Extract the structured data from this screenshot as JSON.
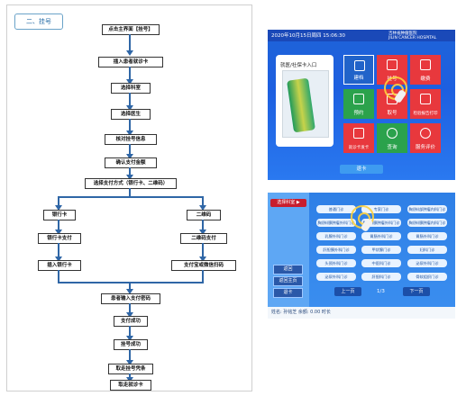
{
  "section": {
    "label": "二、挂号"
  },
  "flow": {
    "steps": [
      "点击主界面【挂号】",
      "插入患者就诊卡",
      "选择科室",
      "选择医生",
      "核对挂号信息",
      "确认支付金额",
      "选择支付方式（银行卡、二维码）"
    ],
    "left_branch": [
      "银行卡",
      "银行卡支付",
      "插入银行卡"
    ],
    "right_branch": [
      "二维码",
      "二维码支付",
      "支付宝或微信扫码"
    ],
    "merge_steps": [
      "患者输入支付密码",
      "支付成功",
      "挂号成功",
      "取走挂号凭条",
      "取走就诊卡"
    ]
  },
  "kiosk_main": {
    "datetime": "2020年10月15日周四  15:06:30",
    "hospital_name": "吉林省肿瘤医院",
    "hospital_name_en": "JILIN CANCER HOSPITAL",
    "card_prompt": "就医/社保卡入口",
    "tiles": [
      {
        "label": "建档",
        "color": "#ffffff"
      },
      {
        "label": "挂号",
        "color": "#e8383d"
      },
      {
        "label": "缴费",
        "color": "#e8383d"
      },
      {
        "label": "预约",
        "color": "#2ba24c"
      },
      {
        "label": "取号",
        "color": "#e8383d"
      },
      {
        "label": "检验报告打印",
        "color": "#e8383d"
      },
      {
        "label": "就诊卡发卡",
        "color": "#e8383d"
      },
      {
        "label": "查询",
        "color": "#2ba24c"
      },
      {
        "label": "服务评价",
        "color": "#e8383d"
      }
    ],
    "return_button": "退卡"
  },
  "kiosk_doctor": {
    "tab": "选择科室 ▶",
    "doctors": [
      "普通门诊",
      "专家门诊",
      "胸(肺)部肿瘤内科门诊",
      "胸(肺)腺肿瘤外科门诊",
      "胸(肺)腺肿瘤外科门诊",
      "胸(肺)腺肿瘤内科门诊",
      "乳腺外科门诊",
      "胃肠外科门诊",
      "胃肠外科门诊",
      "肝胆胰外科门诊",
      "甲状腺门诊",
      "妇科门诊",
      "头颈外科门诊",
      "中医科门诊",
      "泌尿外科门诊",
      "泌尿外科门诊",
      "肝胆科门诊",
      "骨软组织门诊"
    ],
    "side_buttons": [
      "返回",
      "返回主页",
      "退卡"
    ],
    "prev": "上一页",
    "page": "1/3",
    "next": "下一页",
    "status": "姓名: 孙铭芝     余额: 0.00       时长"
  }
}
